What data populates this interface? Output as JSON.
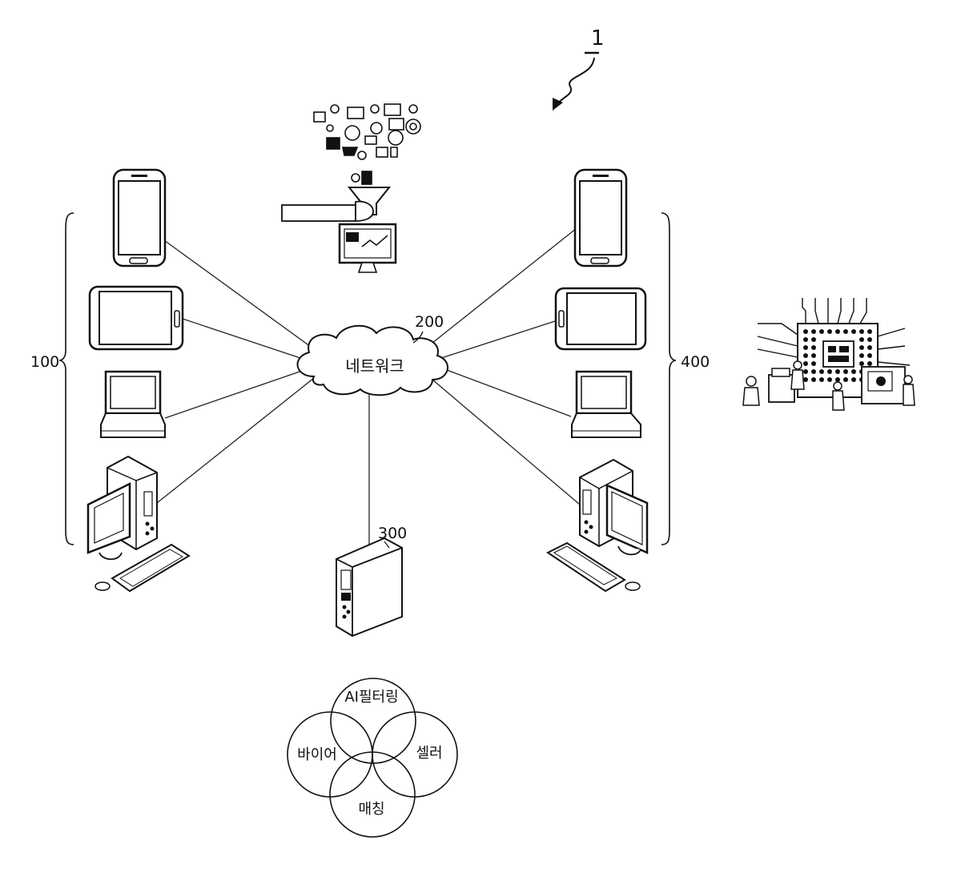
{
  "figure": {
    "label": "1"
  },
  "network": {
    "label": "네트워크",
    "ref": "200"
  },
  "server": {
    "ref": "300"
  },
  "groups": {
    "buyers_ref": "100",
    "sellers_ref": "400"
  },
  "venn": {
    "top": "AI필터링",
    "left": "바이어",
    "right": "셀러",
    "bottom": "매칭"
  }
}
